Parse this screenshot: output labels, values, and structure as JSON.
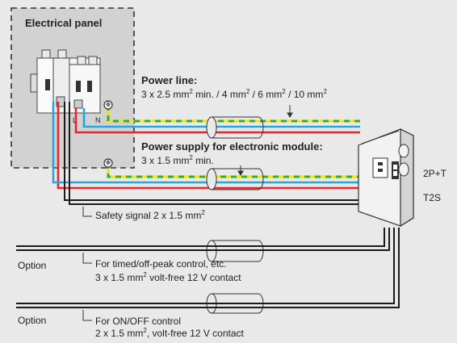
{
  "panel": {
    "title": "Electrical panel",
    "terminal_l": "L",
    "terminal_n": "N"
  },
  "power_line": {
    "title": "Power line:",
    "spec_a": "3 x 2.5 mm",
    "spec_b": " min. / 4 mm",
    "spec_c": " / 6 mm",
    "spec_d": " / 10 mm",
    "sup": "2"
  },
  "module_supply": {
    "title": "Power supply for electronic module:",
    "spec_a": "3 x 1.5 mm",
    "spec_b": " min.",
    "sup": "2"
  },
  "safety_signal": {
    "text_a": "Safety signal 2 x 1.5 mm",
    "sup": "2"
  },
  "option_timed": {
    "option_label": "Option",
    "line1": "For timed/off-peak control, etc.",
    "line2_a": "3 x 1.5 mm",
    "line2_b": " volt-free 12 V contact",
    "sup": "2"
  },
  "option_onoff": {
    "option_label": "Option",
    "line1": "For ON/OFF control",
    "line2_a": "2 x 1.5 mm",
    "line2_b": ", volt-free 12 V contact",
    "sup": "2"
  },
  "charger": {
    "label_socket": "2P+T",
    "label_plug": "T2S"
  },
  "colors": {
    "background": "#e9e9e9",
    "phase": "#e8262b",
    "neutral": "#2aa6df",
    "earth_green": "#3aa935",
    "earth_yellow": "#f3e600",
    "signal": "#1a1a1a"
  }
}
